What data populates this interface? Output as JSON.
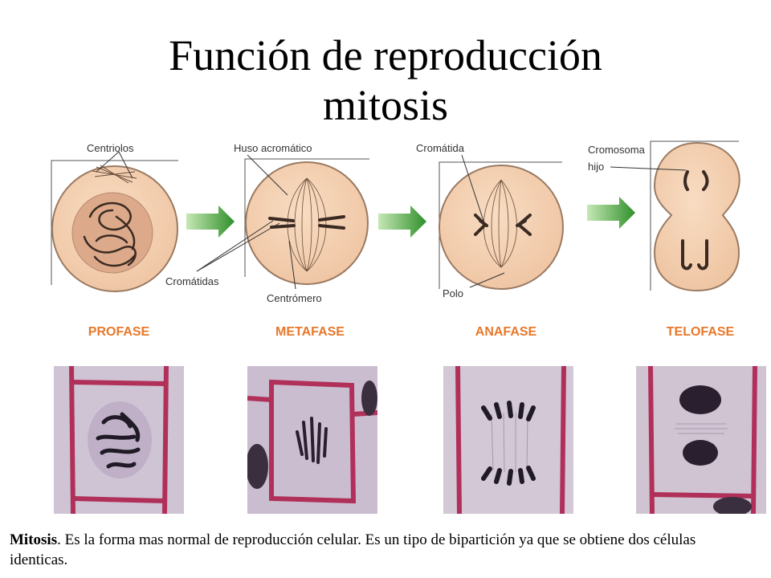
{
  "slide": {
    "title_line1": "Función de reproducción",
    "title_line2": "mitosis"
  },
  "labels": {
    "centriolos": "Centriolos",
    "huso": "Huso acromático",
    "cromatida": "Cromátida",
    "cromosoma_line1": "Cromosoma",
    "cromosoma_line2": "hijo",
    "cromatidas": "Cromátidas",
    "centromero": "Centrómero",
    "polo": "Polo"
  },
  "phases": [
    "PROFASE",
    "METAFASE",
    "ANAFASE",
    "TELOFASE"
  ],
  "caption": {
    "term": "Mitosis",
    "text": ". Es la forma mas normal de reproducción celular. Es un tipo de bipartición ya que se obtiene dos células identicas."
  },
  "colors": {
    "cell_fill": "#f3cfb0",
    "cell_stroke": "#8a6a55",
    "nucleus_fill": "#d9a888",
    "chromosome": "#3a2a22",
    "arrow_light": "#9fd48a",
    "arrow_dark": "#2f8f2a",
    "phase_text": "#e8782a",
    "micrograph_wall": "#b0305a",
    "micrograph_bg": "#cfc4d4"
  }
}
